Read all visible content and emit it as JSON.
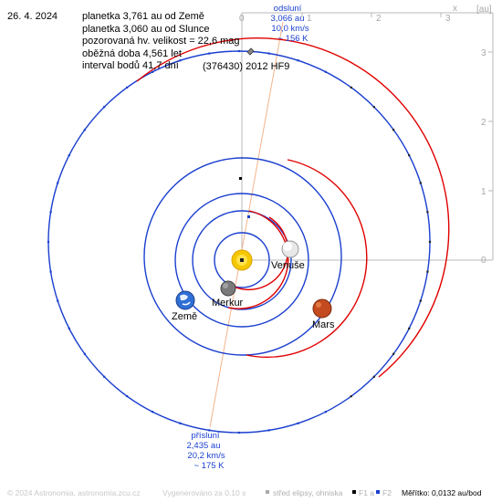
{
  "date": "26. 4. 2024",
  "info_lines": [
    "planetka 3,761 au od Země",
    "planetka 3,060 au od Slunce",
    "pozorovaná hv. velikost = 22,6 mag",
    "oběžná doba 4,561 let",
    "interval bodů 41,7 dní"
  ],
  "object_name": "(376430) 2012 HF9",
  "aphelion": [
    "odsluní",
    "3,066 au",
    "10,0 km/s",
    "~ 156 K"
  ],
  "perihelion": [
    "přísluní",
    "2,435 au",
    "20,2 km/s",
    "~ 175 K"
  ],
  "planets": {
    "venus": "Venuše",
    "mercury": "Merkur",
    "earth": "Země",
    "mars": "Mars"
  },
  "axis": {
    "unit": "[au]",
    "x_letter": "x",
    "x_ticks": [
      "0",
      "1",
      "2",
      "3"
    ],
    "y_ticks": [
      "0",
      "1",
      "2",
      "3"
    ]
  },
  "footer": {
    "copyright": "© 2024 Astronomia, astronomia.zcu.cz",
    "generated": "Vygenerováno za 0,10 s",
    "legend_center": "střed elipsy, ohniska",
    "legend_f1": "F1 a",
    "legend_f2": "F2",
    "scale": "Měřítko: 0,0132 au/bod"
  },
  "colors": {
    "orbit_blue": "#1a3fcf",
    "orbit_red": "#e00000",
    "apsis_line": "#f2b48a",
    "sun": "#f5c800",
    "axis_grey": "#b0b0b0",
    "label_blue": "#1a3fcf"
  }
}
